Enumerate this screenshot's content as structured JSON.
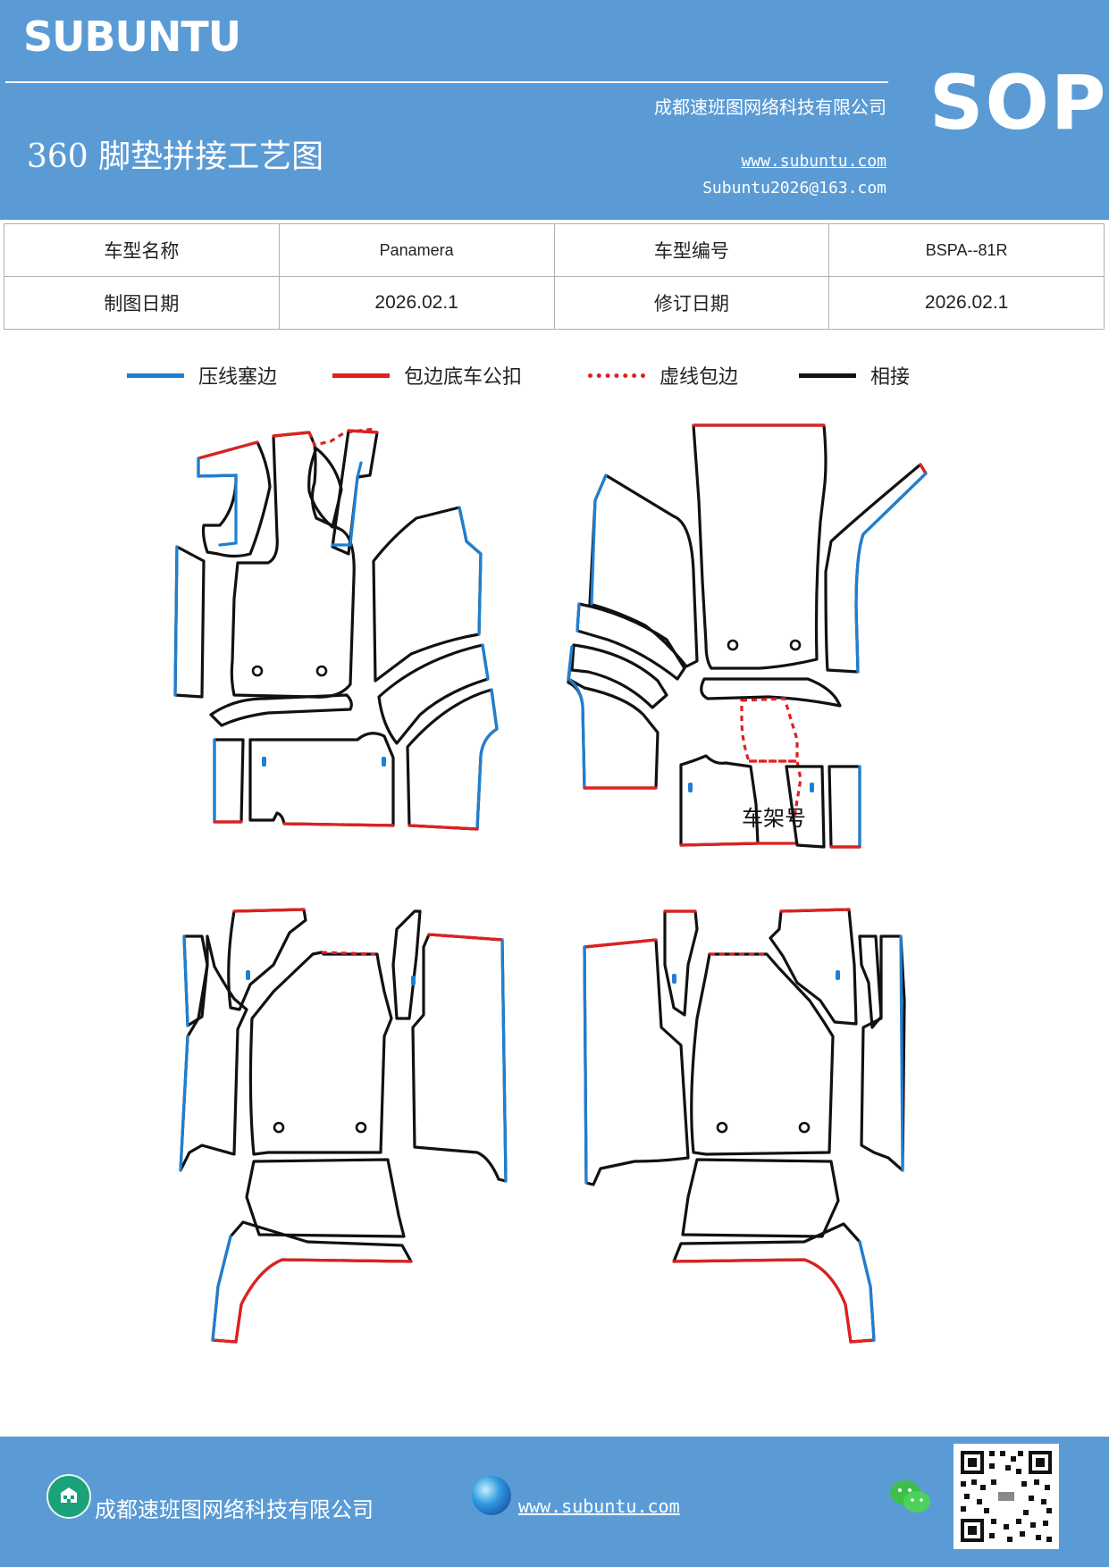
{
  "header": {
    "brand": "SUBUNTU",
    "company": "成都速班图网络科技有限公司",
    "sop": "SOP",
    "title": "360 脚垫拼接工艺图",
    "website": "www.subuntu.com",
    "email": "Subuntu2026@163.com"
  },
  "info": {
    "model_name_label": "车型名称",
    "model_name_value": "Panamera",
    "model_code_label": "车型编号",
    "model_code_value": "BSPA--81R",
    "draw_date_label": "制图日期",
    "draw_date_value": "2026.02.1",
    "revise_date_label": "修订日期",
    "revise_date_value": "2026.02.1"
  },
  "legend": [
    {
      "label": "压线塞边",
      "color": "#1f7fd1",
      "style": "solid"
    },
    {
      "label": "包边底车公扣",
      "color": "#e02020",
      "style": "solid"
    },
    {
      "label": "虚线包边",
      "color": "#e02020",
      "style": "dotted"
    },
    {
      "label": "相接",
      "color": "#111111",
      "style": "solid"
    }
  ],
  "diagram": {
    "frame_number_label": "车架号"
  },
  "footer": {
    "company": "成都速班图网络科技有限公司",
    "website": "www.subuntu.com",
    "icons": [
      "building-icon",
      "globe-icon",
      "wechat-icon",
      "qr-code"
    ]
  }
}
